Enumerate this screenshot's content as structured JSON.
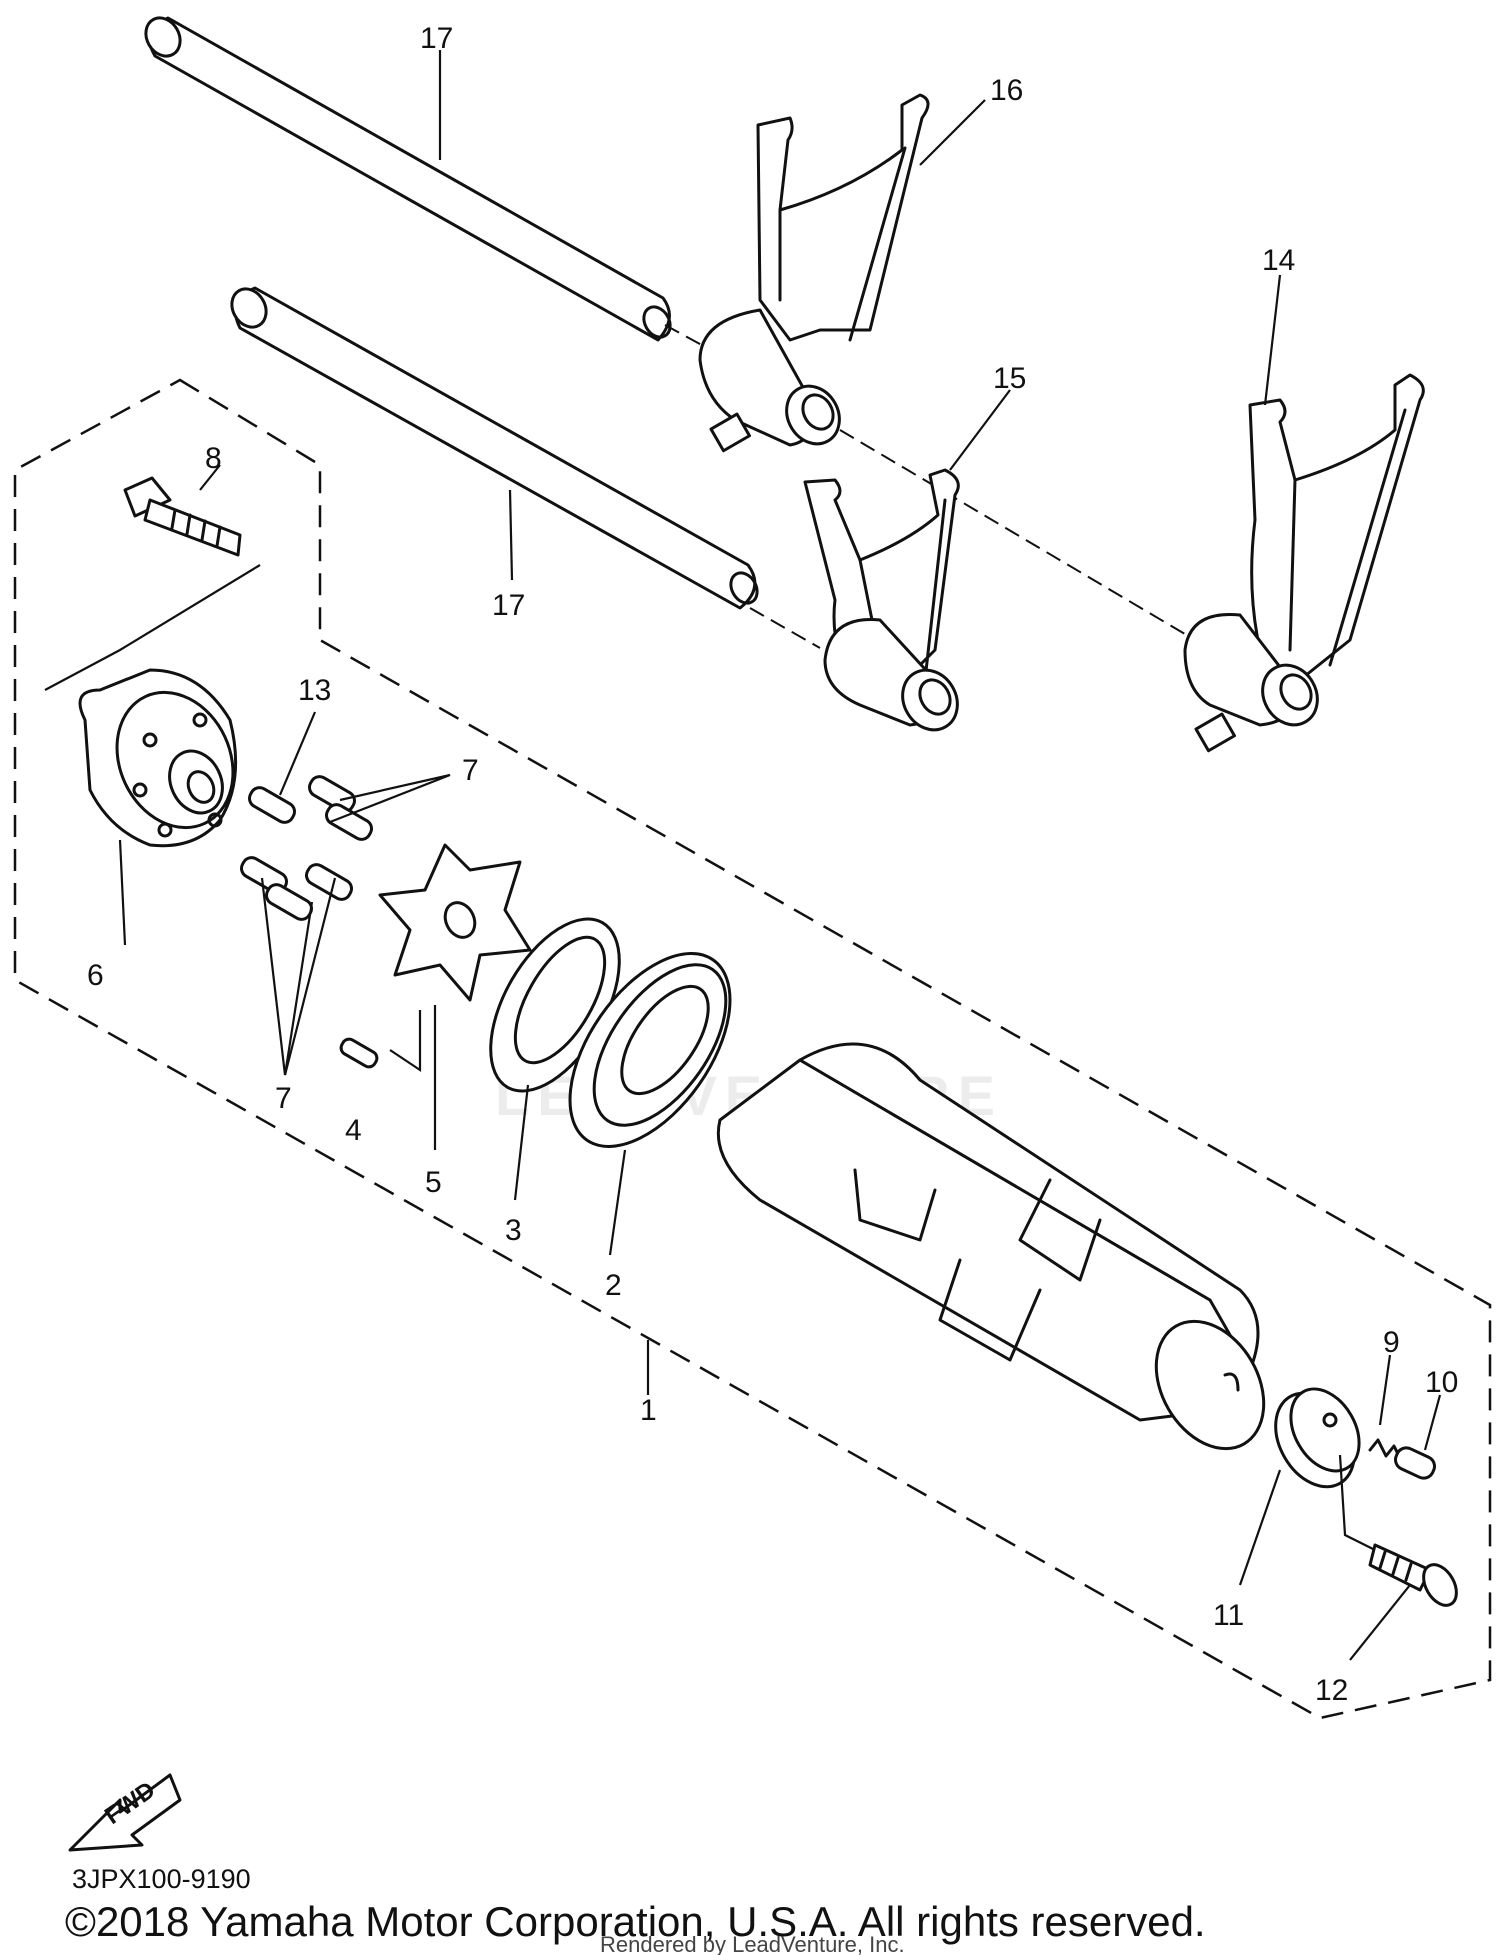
{
  "diagram": {
    "parts": [
      {
        "number": "1"
      },
      {
        "number": "2"
      },
      {
        "number": "3"
      },
      {
        "number": "4"
      },
      {
        "number": "5"
      },
      {
        "number": "6"
      },
      {
        "number": "7"
      },
      {
        "number": "8"
      },
      {
        "number": "9"
      },
      {
        "number": "10"
      },
      {
        "number": "11"
      },
      {
        "number": "12"
      },
      {
        "number": "13"
      },
      {
        "number": "14"
      },
      {
        "number": "15"
      },
      {
        "number": "16"
      },
      {
        "number": "17"
      }
    ],
    "fwd_label": "FWD",
    "diagram_code": "3JPX100-9190",
    "copyright": "©2018 Yamaha Motor Corporation, U.S.A. All rights reserved.",
    "rendered_by": "Rendered by LeadVenture, Inc.",
    "watermark": "LEADVENTURE"
  }
}
